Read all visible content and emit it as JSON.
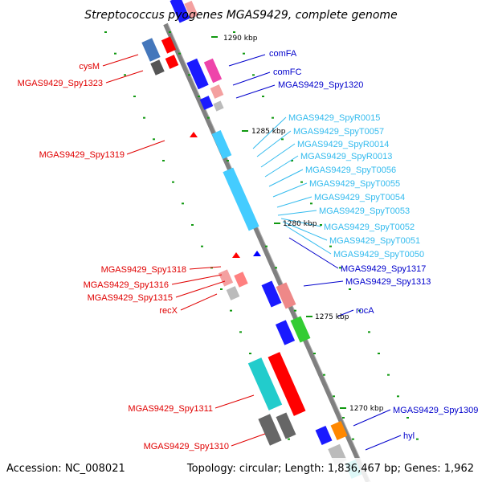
{
  "title": "Streptococcus pyogenes MGAS9429, complete genome",
  "footer": {
    "accession": "Accession: NC_008021",
    "summary": "Topology: circular; Length: 1,836,467 bp; Genes: 1,962"
  },
  "scale_ticks": [
    "1290 kbp",
    "1285 kbp",
    "1280 kbp",
    "1275 kbp",
    "1270 kbp"
  ],
  "colors": {
    "backbone": "#808080",
    "label_red": "#e00000",
    "label_blue": "#0000cc",
    "label_cyan": "#33bbee",
    "tick_green": "#119911"
  },
  "labels": {
    "left_red": [
      "cysM",
      "MGAS9429_Spy1323",
      "MGAS9429_Spy1319",
      "MGAS9429_Spy1318",
      "MGAS9429_Spy1316",
      "MGAS9429_Spy1315",
      "recX",
      "MGAS9429_Spy1311",
      "MGAS9429_Spy1310"
    ],
    "right_blue_top": [
      "comFA",
      "comFC",
      "MGAS9429_Spy1320"
    ],
    "right_cyan": [
      "MGAS9429_SpyR0015",
      "MGAS9429_SpyT0057",
      "MGAS9429_SpyR0014",
      "MGAS9429_SpyR0013",
      "MGAS9429_SpyT0056",
      "MGAS9429_SpyT0055",
      "MGAS9429_SpyT0054",
      "MGAS9429_SpyT0053",
      "MGAS9429_SpyT0052",
      "MGAS9429_SpyT0051",
      "MGAS9429_SpyT0050"
    ],
    "right_blue_bottom": [
      "MGAS9429_Spy1317",
      "MGAS9429_Spy1313",
      "rocA",
      "MGAS9429_Spy1309",
      "hyl"
    ]
  }
}
